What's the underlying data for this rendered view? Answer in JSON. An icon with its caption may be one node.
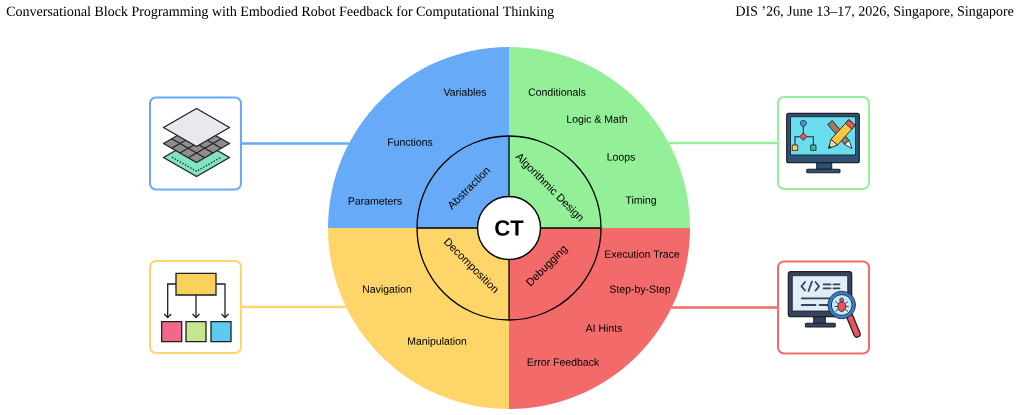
{
  "diagram": {
    "nodes": [
      {
        "text": [],
        "shape": "picture"
      },
      {
        "text": [
          "Variables",
          "Functions",
          "Parameters"
        ]
      },
      {
        "text": [
          "Abstraction"
        ],
        "in": 1
      },
      {
        "text": [
          "Conditionals",
          "Logic & Math",
          "Loops",
          "Timing"
        ]
      },
      {
        "text": [
          "Algorithmic Design"
        ],
        "in": 3
      },
      {
        "text": [],
        "shape": "picture"
      },
      {
        "text": [
          "CT"
        ]
      },
      {
        "text": [],
        "shape": "picture"
      },
      {
        "text": [
          "Navigation",
          "Manipulation"
        ]
      },
      {
        "text": [
          "Decomposition"
        ],
        "in": 8
      },
      {
        "text": [
          "Execution Trace",
          "Step-by-Step",
          "AI Hints",
          "Error Feedback"
        ]
      },
      {
        "text": [
          "Debugging"
        ],
        "in": 10
      },
      {
        "text": [],
        "shape": "picture"
      }
    ],
    "edges": [
      {
        "from": 0,
        "to": 1,
        "arrow": "none",
        "color": "#66aaf8"
      },
      {
        "from": 5,
        "to": 3,
        "arrow": "none",
        "color": "#93ef98"
      },
      {
        "from": 7,
        "to": 8,
        "arrow": "none",
        "color": "#fed568"
      },
      {
        "from": 12,
        "to": 10,
        "arrow": "none",
        "color": "#f36a6a"
      }
    ],
    "labels": [
      "Conversational Block Programming with Embodied Robot Feedback for Computational Thinking",
      "DIS ’26, June 13–17, 2026, Singapore, Singapore"
    ]
  }
}
